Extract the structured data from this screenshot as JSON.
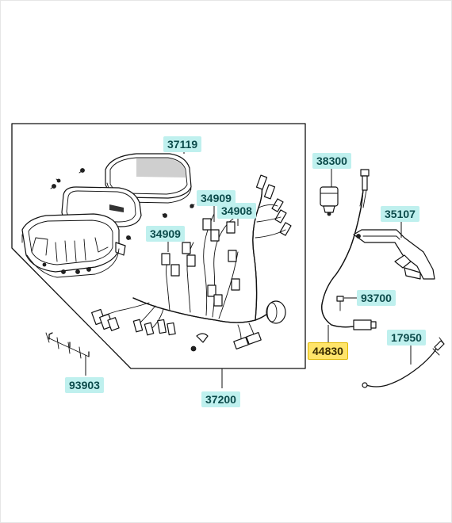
{
  "parts": {
    "p37119": "37119",
    "p34909a": "34909",
    "p34908": "34908",
    "p34909b": "34909",
    "p38300": "38300",
    "p35107": "35107",
    "p93700": "93700",
    "p44830": "44830",
    "p17950": "17950",
    "p93903": "93903",
    "p37200": "37200"
  },
  "highlighted_part": "44830",
  "colors": {
    "label_bg": "#bff0ee",
    "label_text": "#0c4b4b",
    "highlight_bg": "#ffe46a",
    "line": "#111111"
  }
}
